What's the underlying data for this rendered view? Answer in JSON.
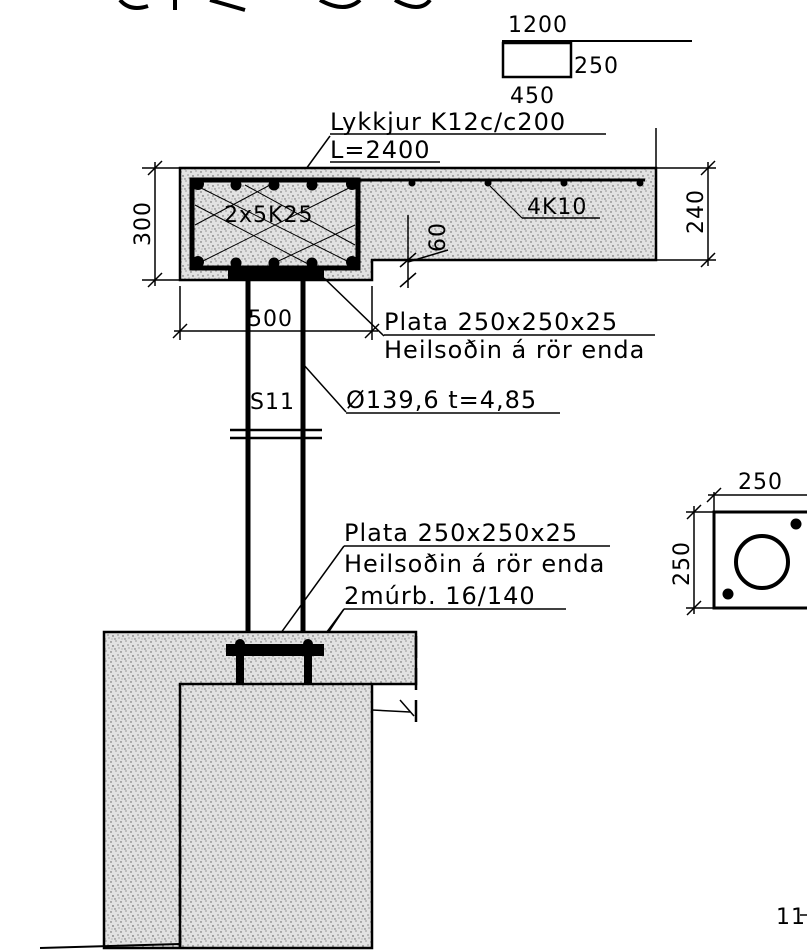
{
  "section_key": {
    "width": "1200",
    "height": "250",
    "bottom": "450"
  },
  "beam": {
    "height_dim": "300",
    "width_dim": "500",
    "slab_dim": "240",
    "recess_dim": "60",
    "main_bars": "2x5K25",
    "slab_bars": "4K10",
    "stirrup_label": "Lykkjur K12c/c200",
    "stirrup_length": "L=2400"
  },
  "column": {
    "mark": "S11",
    "pipe_spec": "Ø139,6  t=4,85"
  },
  "top_plate": {
    "line1": "Plata  250x250x25",
    "line2": "Heilsoðin á rör enda"
  },
  "bottom_plate": {
    "line1": "Plata  250x250x25",
    "line2": "Heilsoðin á rör enda",
    "line3": "2múrb. 16/140"
  },
  "plate_detail": {
    "width_dim": "250",
    "height_dim": "250"
  },
  "page_ref": "11"
}
